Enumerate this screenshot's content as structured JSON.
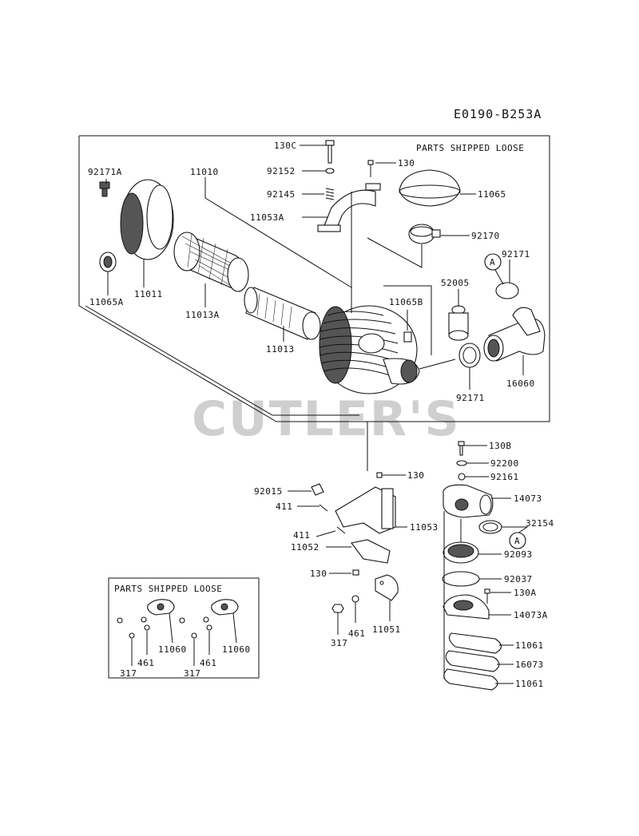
{
  "diagram_code": "E0190-B253A",
  "watermark": "CUTLER'S",
  "box_titles": {
    "main": "PARTS SHIPPED LOOSE",
    "inset": "PARTS SHIPPED LOOSE"
  },
  "callouts": {
    "A": "A"
  },
  "labels": {
    "p130C": "130C",
    "p92152": "92152",
    "p92145": "92145",
    "p11053A": "11053A",
    "p130_top": "130",
    "p11065": "11065",
    "p92170": "92170",
    "p92171A": "92171A",
    "p11010": "11010",
    "p11065A": "11065A",
    "p11011": "11011",
    "p11013A": "11013A",
    "p11013": "11013",
    "p11065B": "11065B",
    "p52005": "52005",
    "p92171_a": "92171",
    "p92171_b": "92171",
    "p16060": "16060",
    "p130B": "130B",
    "p92200": "92200",
    "p92161": "92161",
    "p14073": "14073",
    "p32154": "32154",
    "p92093": "92093",
    "p92037": "92037",
    "p130A": "130A",
    "p14073A": "14073A",
    "p11061_a": "11061",
    "p16073": "16073",
    "p11061_b": "11061",
    "p92015": "92015",
    "p411_a": "411",
    "p130_mid": "130",
    "p411_b": "411",
    "p11053": "11053",
    "p11052": "11052",
    "p130_low": "130",
    "p461": "461",
    "p317": "317",
    "p11051": "11051",
    "inset_11060_a": "11060",
    "inset_461_a": "461",
    "inset_317_a": "317",
    "inset_11060_b": "11060",
    "inset_461_b": "461",
    "inset_317_b": "317"
  }
}
